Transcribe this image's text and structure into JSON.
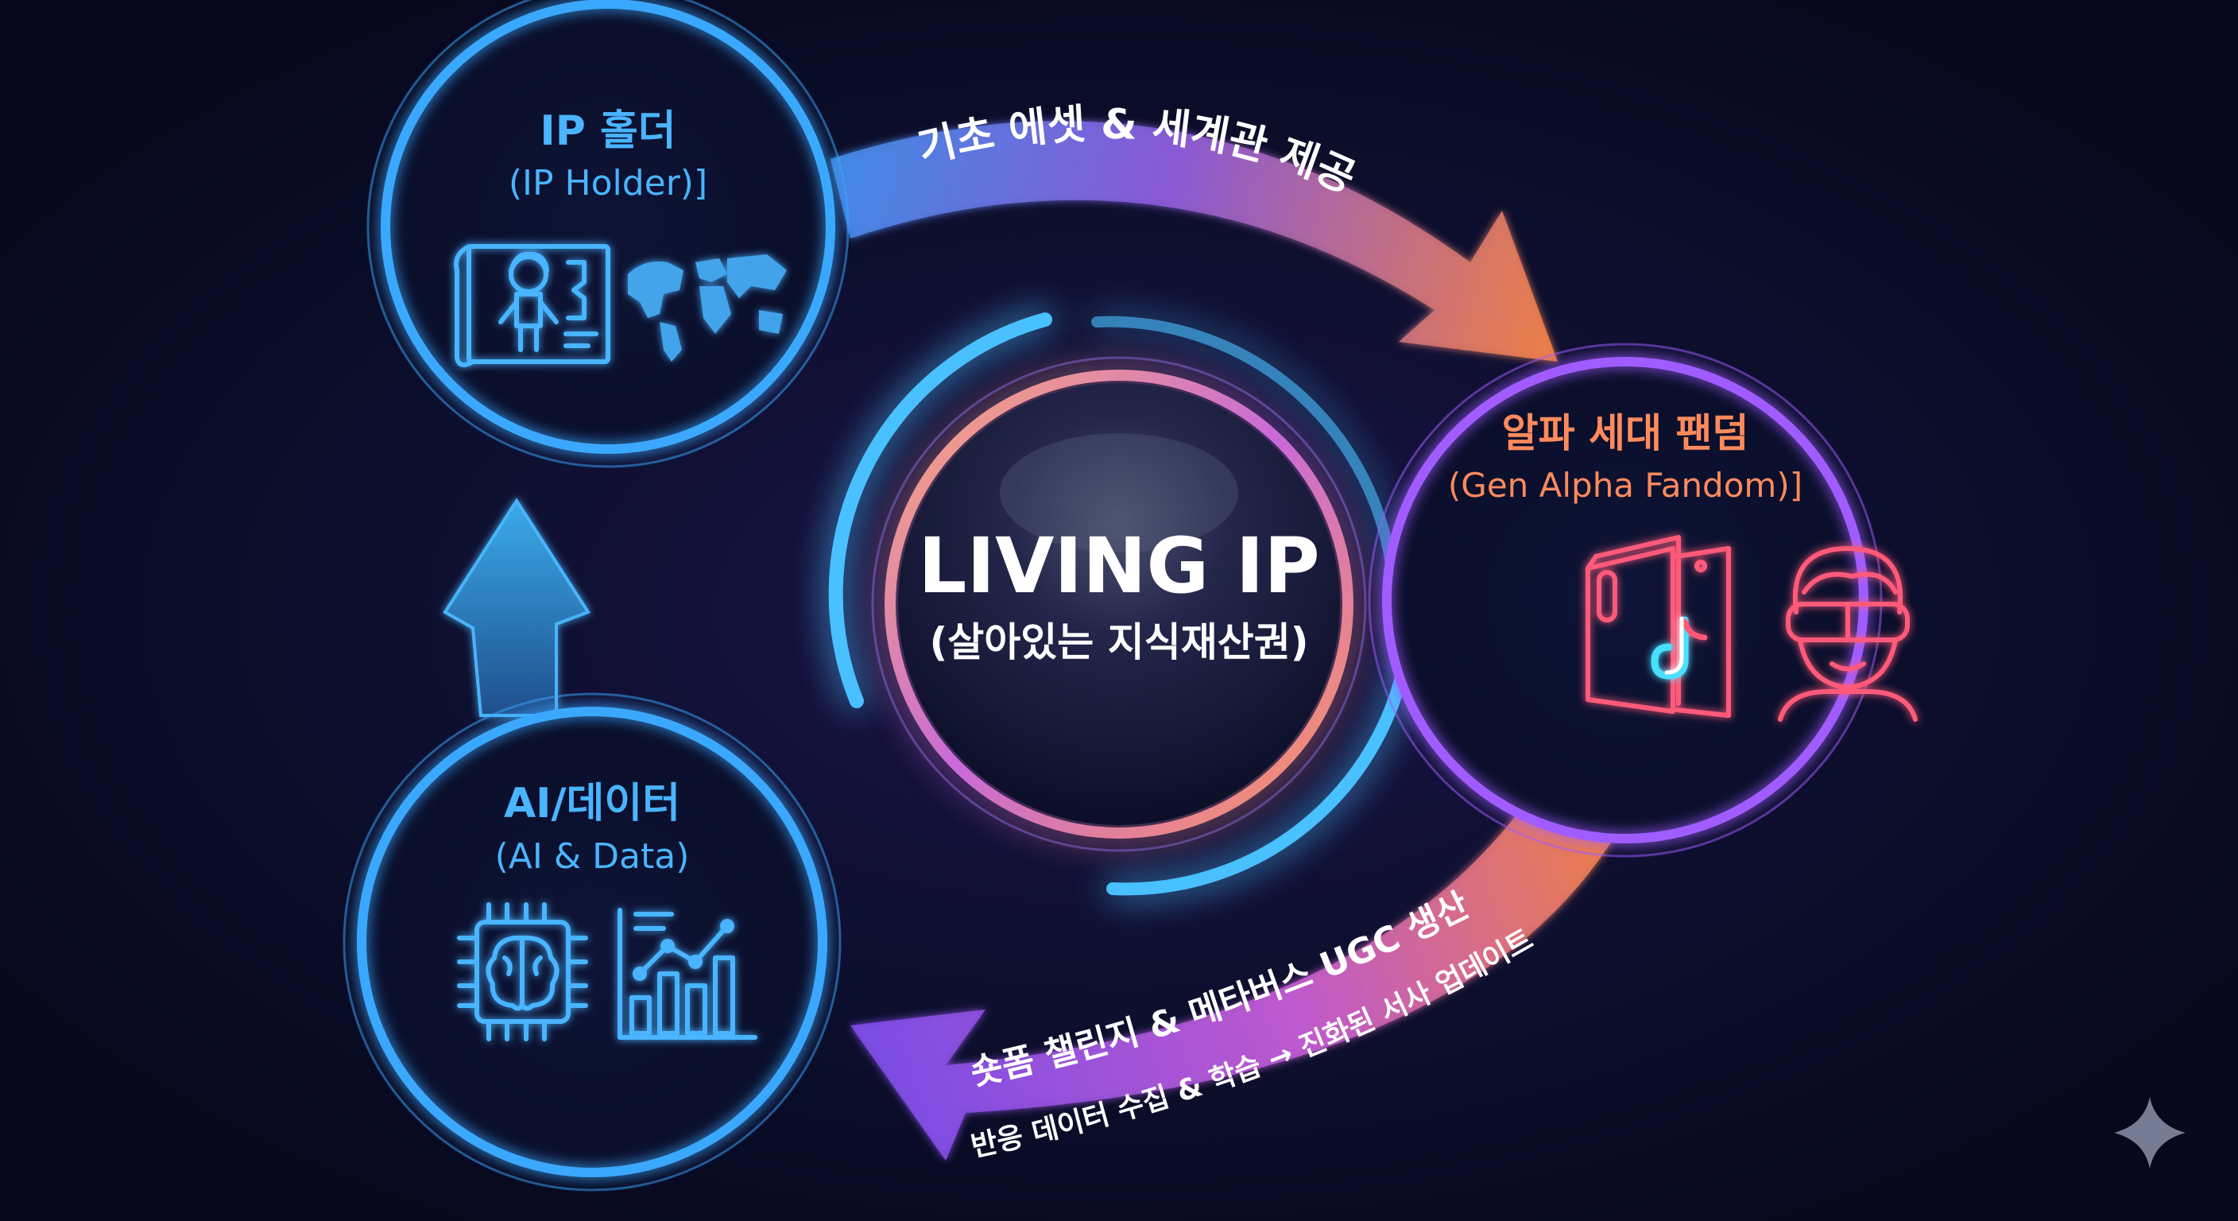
{
  "center": {
    "title": "LIVING IP",
    "subtitle": "(살아있는 지식재산권)"
  },
  "nodes": {
    "ip_holder": {
      "title": "IP 홀더",
      "subtitle": "(IP Holder)]",
      "icons": [
        "character-sheet-icon",
        "world-map-icon"
      ]
    },
    "gen_alpha": {
      "title": "알파 세대 팬덤",
      "subtitle": "(Gen Alpha Fandom)]",
      "icons": [
        "foldable-phone-tiktok-icon",
        "vr-headset-user-icon"
      ]
    },
    "ai_data": {
      "title": "AI/데이터",
      "subtitle": "(AI & Data)",
      "icons": [
        "ai-brain-chip-icon",
        "bar-line-chart-icon"
      ]
    }
  },
  "arrows": {
    "top": "기초 에셋 & 세계관 제공",
    "bottom_upper": "숏폼 챌린지 & 메타버스 UGC 생산",
    "bottom_lower": "반응 데이터 수집 & 학습 → 진화된 서사 업데이트"
  },
  "colors": {
    "background": "#0a0c24",
    "blue": "#3aa8ff",
    "purple": "#a05cff",
    "orange": "#ff8a4c",
    "pink": "#ff5a7a",
    "center_glow": "#ffb070"
  },
  "decor": {
    "sparkle": "sparkle-icon"
  }
}
